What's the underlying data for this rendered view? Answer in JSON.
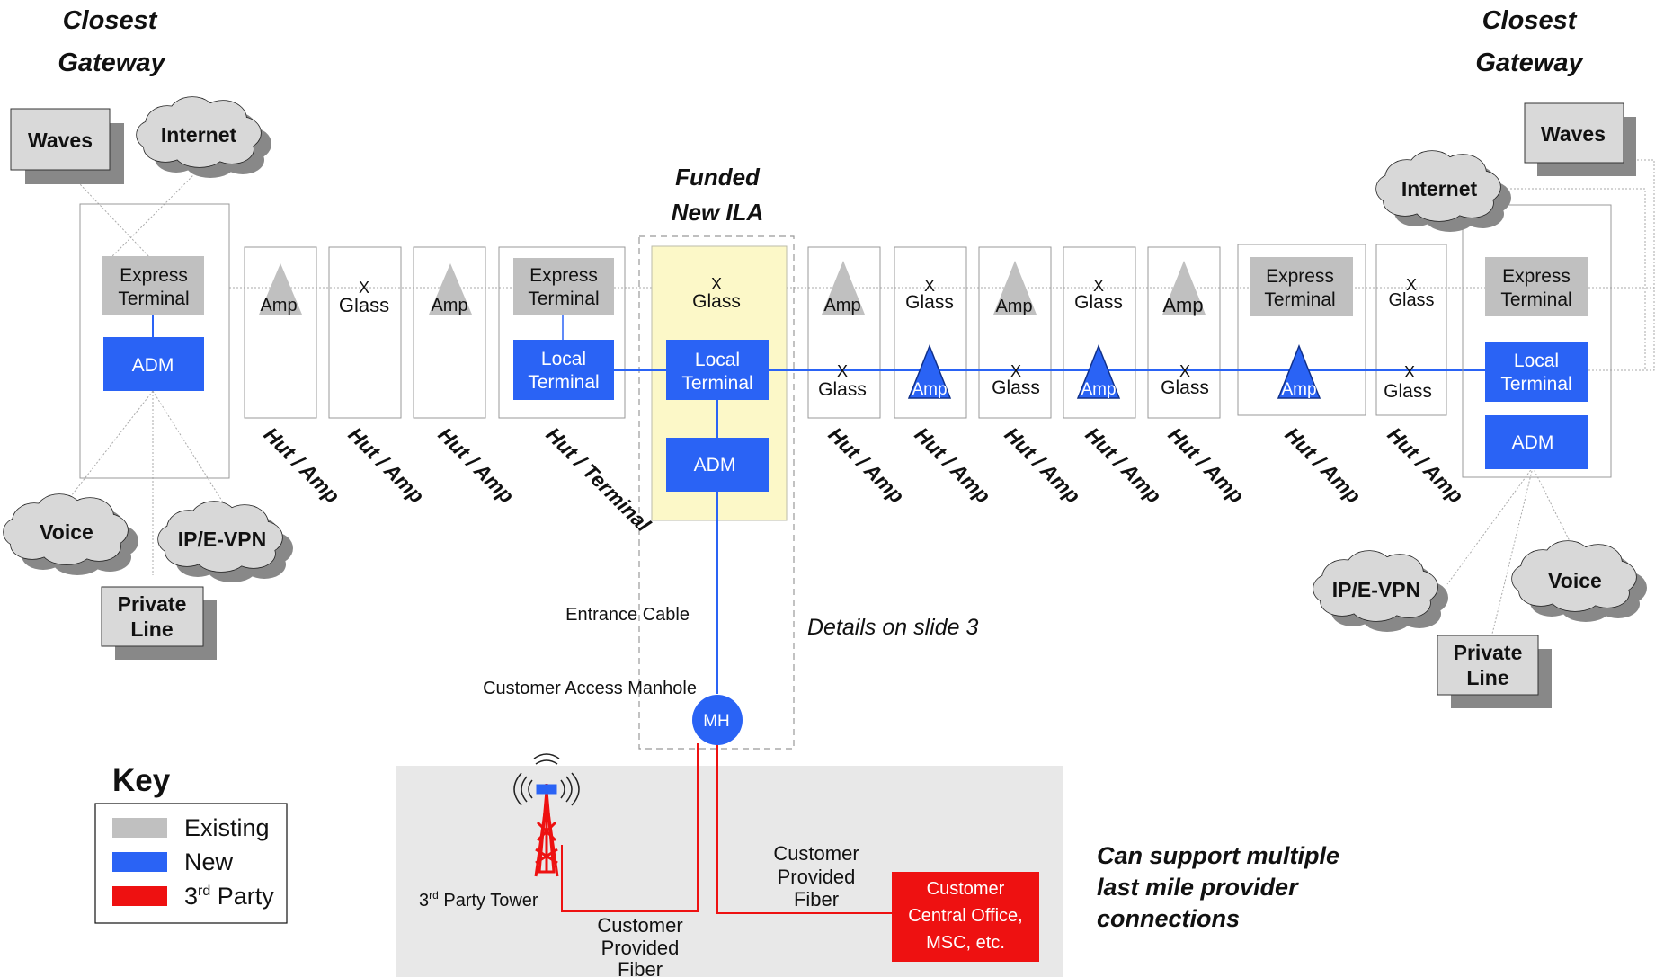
{
  "gateways": {
    "left": {
      "line1": "Closest",
      "line2": "Gateway"
    },
    "right": {
      "line1": "Closest",
      "line2": "Gateway"
    }
  },
  "services_left": {
    "waves": "Waves",
    "internet": "Internet",
    "voice": "Voice",
    "ipvpn": "IP/E-VPN",
    "private_line_1": "Private",
    "private_line_2": "Line"
  },
  "services_right": {
    "waves": "Waves",
    "internet": "Internet",
    "voice": "Voice",
    "ipvpn": "IP/E-VPN",
    "private_line_1": "Private",
    "private_line_2": "Line"
  },
  "funded": {
    "line1": "Funded",
    "line2": "New ILA"
  },
  "labels": {
    "express_1": "Express",
    "express_2": "Terminal",
    "local_1": "Local",
    "local_2": "Terminal",
    "adm": "ADM",
    "amp": "Amp",
    "glass": "Glass",
    "x": "X",
    "mh": "MH"
  },
  "huts": [
    "Hut / Amp",
    "Hut / Amp",
    "Hut / Amp",
    "Hut / Terminal",
    "Hut / Amp",
    "Hut / Amp",
    "Hut / Amp",
    "Hut / Amp",
    "Hut / Amp",
    "Hut / Amp",
    "Hut / Amp"
  ],
  "annotations": {
    "entrance_cable": "Entrance Cable",
    "manhole": "Customer Access Manhole",
    "details": "Details on slide 3",
    "tower_sup": "rd",
    "tower_pre": "3",
    "tower_post": " Party Tower",
    "fiber_a_1": "Customer",
    "fiber_a_2": "Provided",
    "fiber_a_3": "Fiber",
    "fiber_b_1": "Customer",
    "fiber_b_2": "Provided",
    "fiber_b_3": "Fiber",
    "co_1": "Customer",
    "co_2": "Central Office,",
    "co_3": "MSC, etc.",
    "support_1": "Can support multiple",
    "support_2": "last mile provider",
    "support_3": "connections"
  },
  "key": {
    "title": "Key",
    "existing": "Existing",
    "new": "New",
    "third_pre": "3",
    "third_sup": "rd",
    "third_post": " Party"
  },
  "colors": {
    "existing": "#c0c0c0",
    "new": "#2a63f5",
    "third_party": "#ee1111",
    "ila_fill": "#fcf8c8",
    "cloud": "#d8d8d8",
    "access_area": "#e8e8e8"
  }
}
